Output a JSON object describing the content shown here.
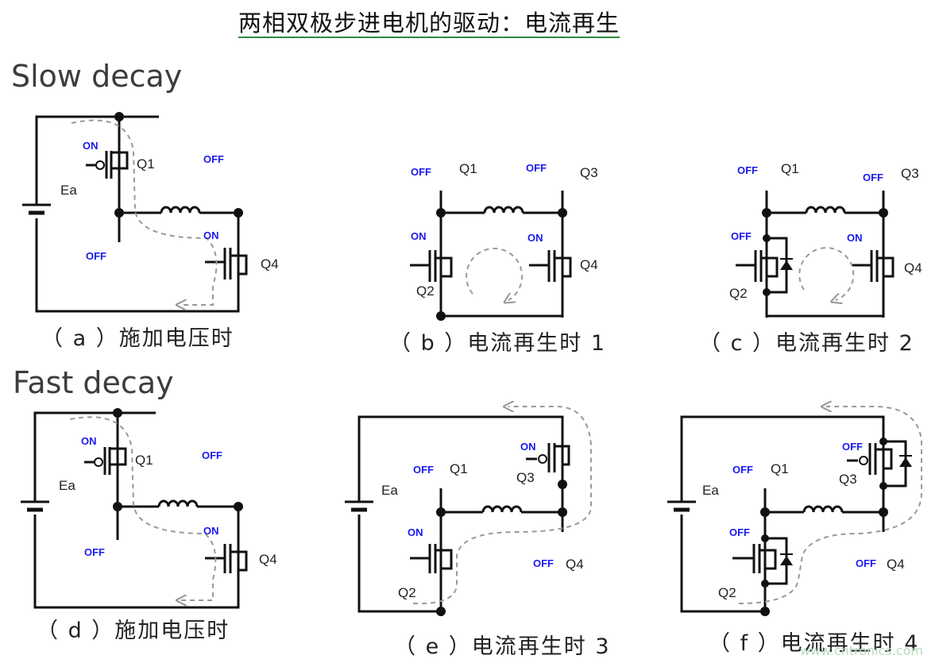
{
  "title": "两相双极步进电机的驱动：电流再生",
  "sections": {
    "slow": "Slow decay",
    "fast": "Fast decay"
  },
  "captions": {
    "a": "（ a ）施加电压时",
    "b": "（ b ）电流再生时 1",
    "c": "（ c ）电流再生时 2",
    "d": "（ d ）施加电压时",
    "e": "（ e ）电流再生时 3",
    "f": "（ f ）电流再生时 4"
  },
  "states": {
    "on": "ON",
    "off": "OFF"
  },
  "components": {
    "q1": "Q1",
    "q2": "Q2",
    "q3": "Q3",
    "q4": "Q4",
    "ea": "Ea"
  },
  "watermark": "www.cntronics.com",
  "colors": {
    "state_text": "#1a1aee",
    "wire": "#111111",
    "current_path": "#999999",
    "title_underline": "#2e8b3c"
  }
}
